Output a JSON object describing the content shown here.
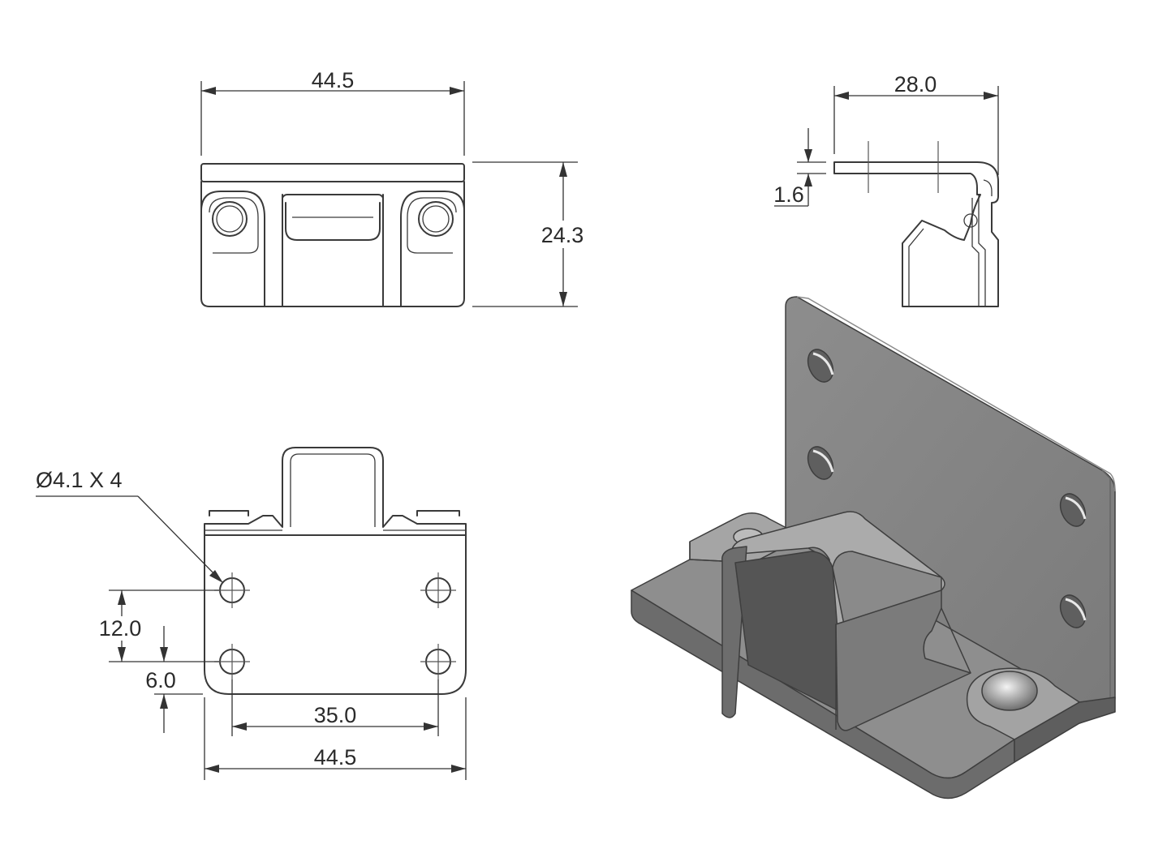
{
  "dimensions": {
    "top_width": "44.5",
    "top_height": "24.3",
    "side_width": "28.0",
    "side_thickness": "1.6",
    "hole_callout": "Ø4.1 X 4",
    "hole_vertical_spacing": "12.0",
    "hole_edge_offset": "6.0",
    "hole_horizontal_spacing": "35.0",
    "front_width": "44.5"
  },
  "colors": {
    "line": "#3a3a3a",
    "part_shade_light": "#9a9a9a",
    "part_shade_mid": "#7d7d7d",
    "part_shade_dark": "#5a5a5a"
  }
}
